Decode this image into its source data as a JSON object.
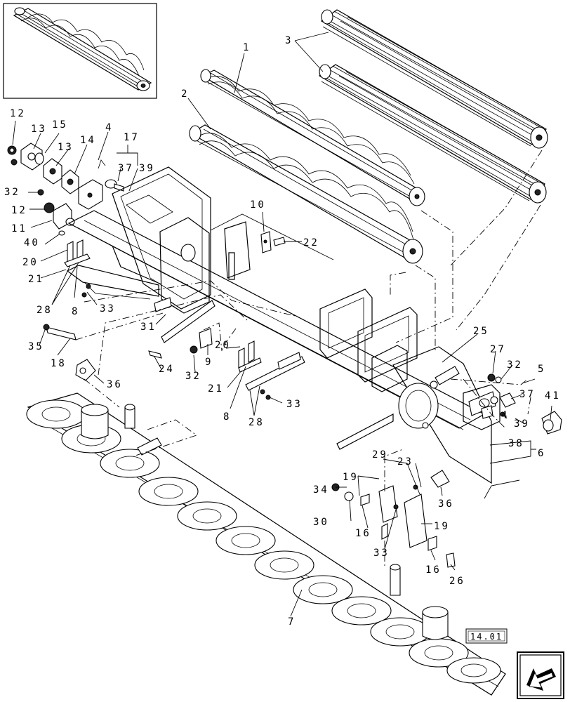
{
  "diagram": {
    "page_reference": "14.01",
    "callouts": [
      "1",
      "2",
      "3",
      "4",
      "4",
      "5",
      "6",
      "7",
      "8",
      "8",
      "9",
      "10",
      "11",
      "12",
      "12",
      "13",
      "13",
      "14",
      "15",
      "16",
      "16",
      "17",
      "18",
      "19",
      "19",
      "20",
      "20",
      "21",
      "21",
      "22",
      "23",
      "24",
      "25",
      "26",
      "27",
      "28",
      "28",
      "29",
      "30",
      "31",
      "32",
      "32",
      "32",
      "33",
      "33",
      "33",
      "34",
      "35",
      "36",
      "36",
      "37",
      "37",
      "38",
      "39",
      "39",
      "40",
      "41"
    ]
  },
  "icons": {
    "inset_view": "auger-roller-inset",
    "nav_arrow": "previous-page-arrow-icon"
  }
}
